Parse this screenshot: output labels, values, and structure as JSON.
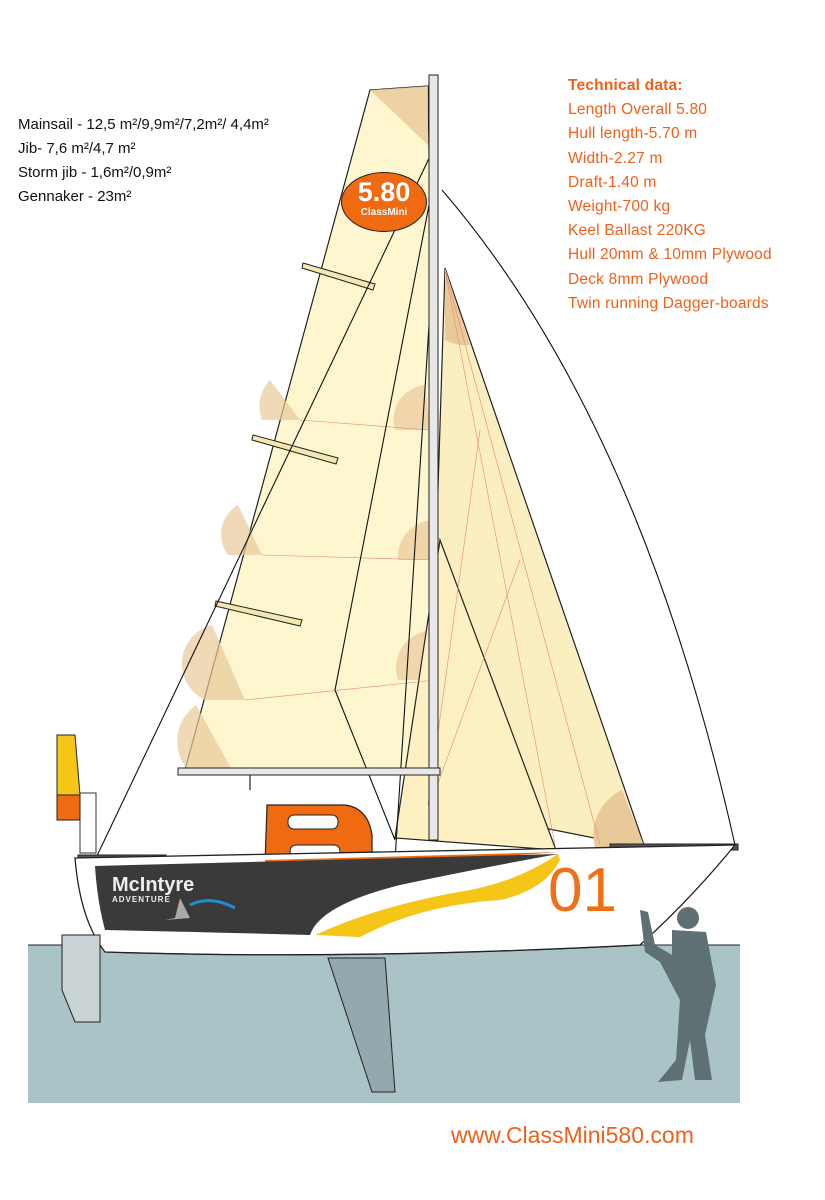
{
  "sail_areas": [
    "Mainsail - 12,5 m²/9,9m²/7,2m²/ 4,4m²",
    "Jib- 7,6 m²/4,7 m²",
    "Storm jib - 1,6m²/0,9m²",
    "Gennaker - 23m²"
  ],
  "technical": {
    "heading": "Technical data:",
    "items": [
      "Length Overall 5.80",
      "Hull length-5.70 m",
      "Width-2.27 m",
      "Draft-1.40 m",
      "Weight-700 kg",
      "Keel Ballast 220KG",
      "Hull 20mm & 10mm Plywood",
      "Deck 8mm Plywood",
      "Twin running Dagger-boards"
    ]
  },
  "sail_badge": {
    "number": "5.80",
    "class": "ClassMini"
  },
  "hull_logo": {
    "line1": "McIntyre",
    "line2": "ADVENTURE"
  },
  "sail_number": "01",
  "website": "www.ClassMini580.com",
  "colors": {
    "accent": "#f0601a",
    "sail": "#fdf6cf",
    "water": "#a9c3c7",
    "hull_dark": "#3a3a3a",
    "yellow": "#f5c518"
  }
}
